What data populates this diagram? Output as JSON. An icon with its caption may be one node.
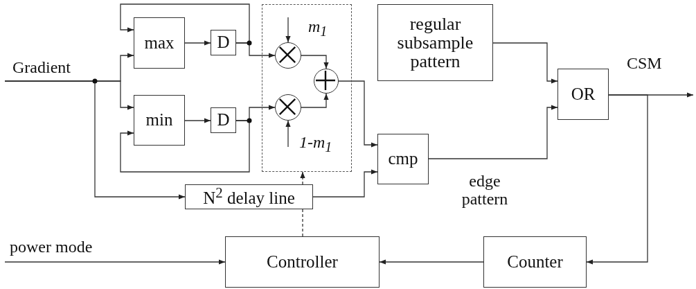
{
  "diagram": {
    "nodes": [
      {
        "text": [
          "max"
        ]
      },
      {
        "text": [
          "D"
        ]
      },
      {
        "text": [
          "min"
        ]
      },
      {
        "text": [
          "D"
        ]
      },
      {
        "text": [],
        "shape": "box"
      },
      {
        "text": [],
        "shape": "circle",
        "in": 4
      },
      {
        "text": [],
        "shape": "circle",
        "in": 4
      },
      {
        "text": [],
        "shape": "circle",
        "in": 4
      },
      {
        "text": [
          "N$^{2}$ delay line"
        ]
      },
      {
        "text": [
          "cmp"
        ]
      },
      {
        "text": [
          "regular subsample pattern"
        ]
      },
      {
        "text": [
          "OR"
        ]
      },
      {
        "text": [
          "Controller"
        ]
      },
      {
        "text": [
          "Counter"
        ]
      }
    ],
    "edges": [
      {
        "from": null,
        "to": 0,
        "arrow": "to"
      },
      {
        "from": null,
        "to": 2,
        "arrow": "to"
      },
      {
        "from": null,
        "to": 8,
        "arrow": "to"
      },
      {
        "from": 0,
        "to": 1,
        "arrow": "to"
      },
      {
        "from": 2,
        "to": 3,
        "arrow": "to"
      },
      {
        "from": 1,
        "to": 0,
        "arrow": "to"
      },
      {
        "from": 3,
        "to": 2,
        "arrow": "to"
      },
      {
        "from": 1,
        "to": 5,
        "arrow": "to"
      },
      {
        "from": 3,
        "to": 6,
        "arrow": "to"
      },
      {
        "from": null,
        "to": 5,
        "arrow": "to"
      },
      {
        "from": null,
        "to": 6,
        "arrow": "to"
      },
      {
        "from": 5,
        "to": 7,
        "arrow": "to"
      },
      {
        "from": 6,
        "to": 7,
        "arrow": "to"
      },
      {
        "from": 7,
        "to": 9,
        "arrow": "to"
      },
      {
        "from": 8,
        "to": 9,
        "arrow": "to"
      },
      {
        "from": 12,
        "to": 8,
        "arrow": "none",
        "style": "dashed"
      },
      {
        "from": 8,
        "to": 4,
        "arrow": "to",
        "style": "dashed"
      },
      {
        "from": 10,
        "to": 11,
        "arrow": "to"
      },
      {
        "from": 9,
        "to": 11,
        "arrow": "to"
      },
      {
        "from": 11,
        "to": null,
        "arrow": "to"
      },
      {
        "from": 11,
        "to": 13,
        "arrow": "to"
      },
      {
        "from": 13,
        "to": 12,
        "arrow": "to"
      },
      {
        "from": null,
        "to": 12,
        "arrow": "to"
      }
    ],
    "labels": [
      "Gradient",
      "m$_{1}$",
      "1-m$_{1}$",
      "CSM",
      "edge pattern",
      "power mode"
    ]
  }
}
